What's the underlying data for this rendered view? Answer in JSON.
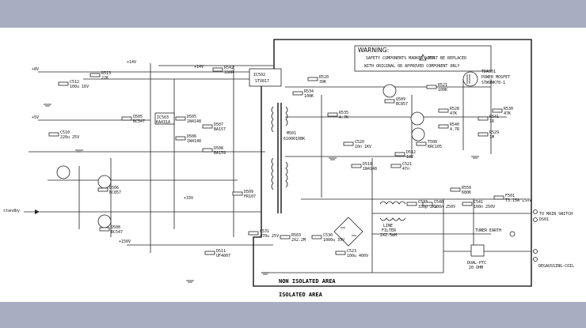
{
  "diagram": {
    "warning": {
      "title": "WARNING:",
      "line1": "SAFETY COMPONENTS MARKED WITH",
      "line1b": "MUST BE REPLACED",
      "line2": "WITH ORIGINAL OR APPROVED COMPONENT ONLY"
    },
    "areas": {
      "non_isolated": "NON ISOLATED AREA",
      "isolated": "ISOLATED AREA"
    },
    "connectors": {
      "mains": "TO MAIN SWITCH",
      "mains_ref": "DS01",
      "degaussing": "DEGAUSSING-COIL",
      "standby": "standby"
    },
    "ic_labels": {
      "ic502": "IC502",
      "ic502_part": "STV817",
      "ic503": "IC503",
      "ic503_part": "KA431A",
      "transformer": "M501",
      "transformer_part": "6100010BK",
      "mosfet": "TDA501",
      "mosfet_part1": "POWER MOSFET",
      "mosfet_part2": "STW9NK70-1",
      "line_filter1": "LINE",
      "line_filter2": "FILTER",
      "line_filter3": "2X2.5mH",
      "tuner_earth": "TUNER EARTH",
      "posistor1": "DUAL-PTC",
      "posistor2": "20 OHM"
    },
    "rails": {
      "v8": "+8V",
      "v5": "+5V",
      "v14": "+14V",
      "v14b": "+14V",
      "v33": "+33V",
      "v150": "+150V"
    },
    "parts": [
      {
        "ref": "R520",
        "val": "39K"
      },
      {
        "ref": "R534",
        "val": "100K"
      },
      {
        "ref": "R542",
        "val": "330R"
      },
      {
        "ref": "R521",
        "val": "100K"
      },
      {
        "ref": "R513",
        "val": "22K"
      },
      {
        "ref": "R535",
        "val": "4.7K"
      },
      {
        "ref": "C512",
        "val": "100u 16V"
      },
      {
        "ref": "C510",
        "val": "220u 25V"
      },
      {
        "ref": "D505",
        "val": "1N4148"
      },
      {
        "ref": "D506",
        "val": "1N4148"
      },
      {
        "ref": "D507",
        "val": "BA157"
      },
      {
        "ref": "D508",
        "val": "BA159"
      },
      {
        "ref": "D509",
        "val": "FR107"
      },
      {
        "ref": "D510",
        "val": "1N4148"
      },
      {
        "ref": "C520",
        "val": "10n 1KV"
      },
      {
        "ref": "C521",
        "val": "47n"
      },
      {
        "ref": "C523",
        "val": "100u 400V"
      },
      {
        "ref": "C530",
        "val": "1000u 35V"
      },
      {
        "ref": "C531",
        "val": "470u 25V"
      },
      {
        "ref": "Q505",
        "val": "BC547"
      },
      {
        "ref": "Q506",
        "val": "BC857"
      },
      {
        "ref": "Q508",
        "val": "BC547"
      },
      {
        "ref": "Q509",
        "val": "BC857"
      },
      {
        "ref": "T508",
        "val": "KRC105"
      },
      {
        "ref": "R528",
        "val": "47K"
      },
      {
        "ref": "R529",
        "val": "1M"
      },
      {
        "ref": "R530",
        "val": "47K"
      },
      {
        "ref": "R540",
        "val": "4.7R"
      },
      {
        "ref": "R541",
        "val": "1R"
      },
      {
        "ref": "R503",
        "val": "2X2.2M"
      },
      {
        "ref": "D511",
        "val": "UF4007"
      },
      {
        "ref": "D512",
        "val": "18V"
      },
      {
        "ref": "C533",
        "val": "330p 2KV"
      },
      {
        "ref": "C540",
        "val": "100n 250V"
      },
      {
        "ref": "C541",
        "val": "100n 250V"
      },
      {
        "ref": "R550",
        "val": "680K"
      },
      {
        "ref": "F501",
        "val": "T3.15A 250V"
      }
    ]
  }
}
